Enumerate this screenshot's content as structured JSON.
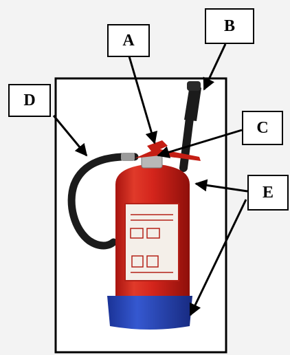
{
  "labels": {
    "a": "A",
    "b": "B",
    "c": "C",
    "d": "D",
    "e": "E"
  },
  "colors": {
    "background": "#f3f3f3",
    "body_red": "#d4251c",
    "base_blue": "#2446b8",
    "hose_black": "#1b1b1b"
  }
}
